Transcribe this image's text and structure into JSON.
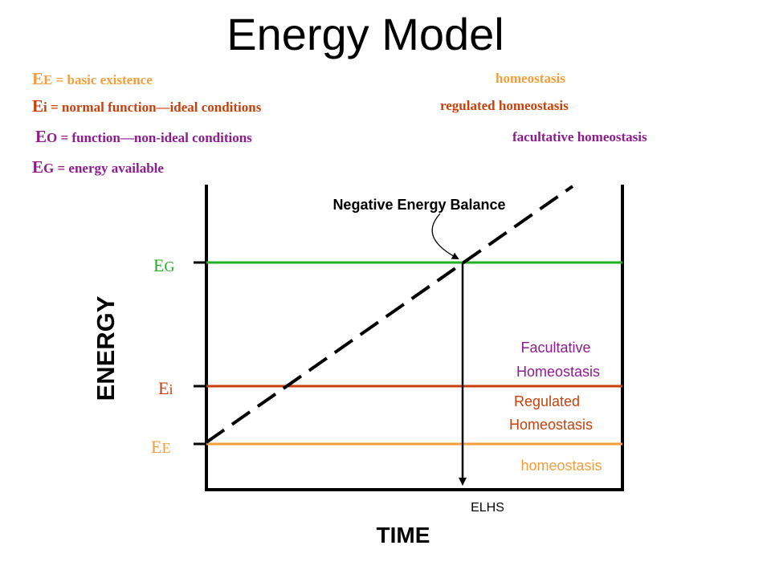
{
  "title": "Energy Model",
  "definitions": [
    {
      "symbol": "E",
      "sub": "E",
      "text": "= basic existence",
      "term": "homeostasis",
      "color": "#f59d3c"
    },
    {
      "symbol": "E",
      "sub": "i",
      "text": "= normal function—ideal conditions",
      "term": "regulated homeostasis",
      "color": "#c8410c"
    },
    {
      "symbol": "E",
      "sub": "O",
      "text": "= function—non-ideal conditions",
      "term": "facultative homeostasis",
      "color": "#8e1c8e"
    },
    {
      "symbol": "E",
      "sub": "G",
      "text": "= energy available",
      "term": "",
      "color": "#8e1c8e"
    }
  ],
  "diagram": {
    "levels": {
      "g": {
        "symbol": "E",
        "sub": "G",
        "color": "#22b022"
      },
      "i": {
        "symbol": "E",
        "sub": "i",
        "color": "#c8410c"
      },
      "e": {
        "symbol": "E",
        "sub": "E",
        "color": "#f59d3c"
      }
    },
    "y_axis_label": "ENERGY",
    "x_axis_label": "TIME",
    "callout": "Negative Energy Balance",
    "marker_label": "ELHS",
    "regions": {
      "facultative_1": "Facultative",
      "facultative_2": "Homeostasis",
      "regulated_1": "Regulated",
      "regulated_2": "Homeostasis",
      "homeostasis": "homeostasis"
    },
    "region_colors": {
      "purple": "#8e1c8e",
      "red": "#c8410c",
      "orange": "#f59d3c"
    }
  }
}
